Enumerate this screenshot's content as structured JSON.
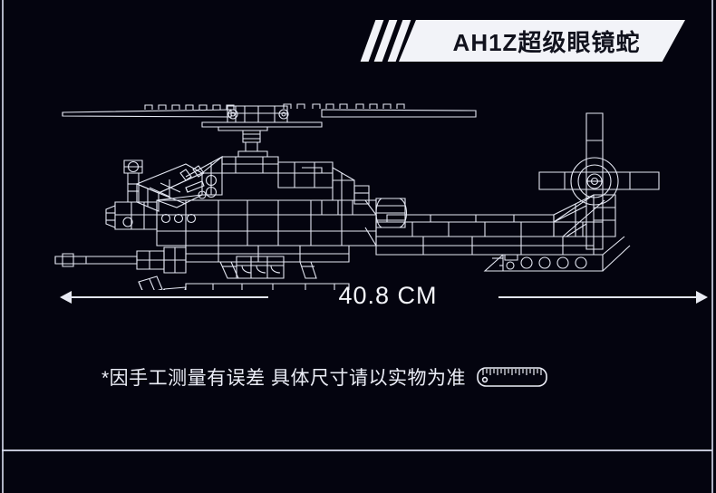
{
  "page": {
    "background_color": "#04040f",
    "line_color": "#e8eaf4"
  },
  "banner": {
    "title": "AH1Z超级眼镜蛇",
    "accent_color": "#f2f3f8",
    "text_color": "#11121d",
    "slash_icon": "triple-slash-icon",
    "slash_count": 3
  },
  "blueprint": {
    "subject": "AH-1Z Viper attack helicopter brick model, side elevation",
    "style": "white line wireframe on dark navy",
    "stroke_color": "#e4e7f2"
  },
  "dimension": {
    "value": "40.8 CM",
    "left_arrow_icon": "arrow-left-icon",
    "right_arrow_icon": "arrow-right-icon"
  },
  "footnote": {
    "text": "*因手工测量有误差 具体尺寸请以实物为准",
    "icon": "ruler-icon"
  }
}
